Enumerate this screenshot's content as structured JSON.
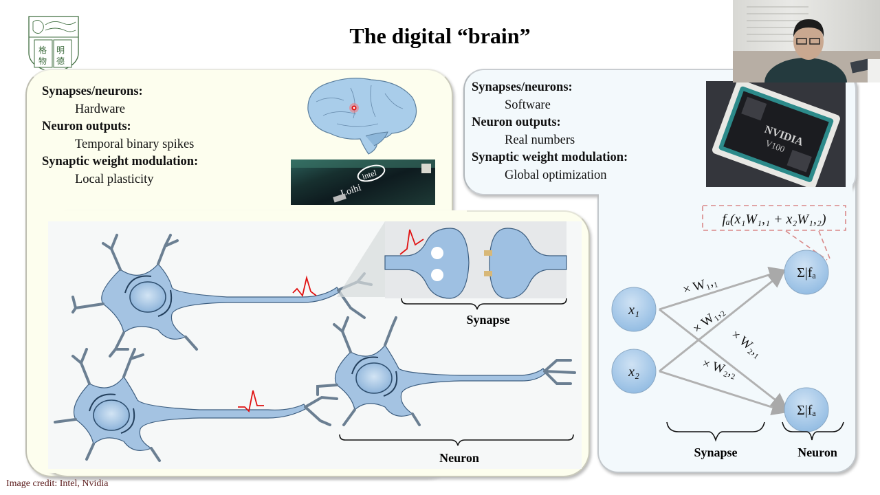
{
  "slide": {
    "title": "The digital “brain”",
    "logo": {
      "name": "university-crest",
      "characters": [
        "格",
        "明",
        "物",
        "德"
      ]
    },
    "credit": "Image credit: Intel, Nvidia"
  },
  "left_panel": {
    "properties": [
      {
        "heading": "Synapses/neurons:",
        "value": "Hardware"
      },
      {
        "heading": "Neuron outputs:",
        "value": "Temporal binary spikes"
      },
      {
        "heading": "Synaptic weight modulation:",
        "value": "Local plasticity"
      }
    ],
    "images": {
      "brain": "brain-illustration",
      "chip": {
        "brand": "intel",
        "model": "Loihi"
      }
    },
    "diagram": {
      "synapse_label": "Synapse",
      "neuron_label": "Neuron"
    }
  },
  "right_panel": {
    "properties": [
      {
        "heading": "Synapses/neurons:",
        "value": "Software"
      },
      {
        "heading": "Neuron outputs:",
        "value": "Real numbers"
      },
      {
        "heading": "Synaptic weight modulation:",
        "value": "Global optimization"
      }
    ],
    "images": {
      "chip": {
        "brand": "NVIDIA",
        "model": "V100"
      }
    },
    "network": {
      "formula": "fₐ(x₁W₁,₁ + x₂W₁,₂)",
      "inputs": [
        "x₁",
        "x₂"
      ],
      "outputs": [
        "Σ|fₐ",
        "Σ|fₐ"
      ],
      "weights": [
        "× W₁,₁",
        "× W₁,₂",
        "× W₂,₁",
        "× W₂,₂"
      ],
      "synapse_label": "Synapse",
      "neuron_label": "Neuron"
    }
  },
  "colors": {
    "left_panel_bg": "#fdfeee",
    "right_panel_bg": "#f3f9fc",
    "node_fill": "#a9cbe8",
    "spike": "#e01010",
    "formula_border": "#d98888"
  }
}
